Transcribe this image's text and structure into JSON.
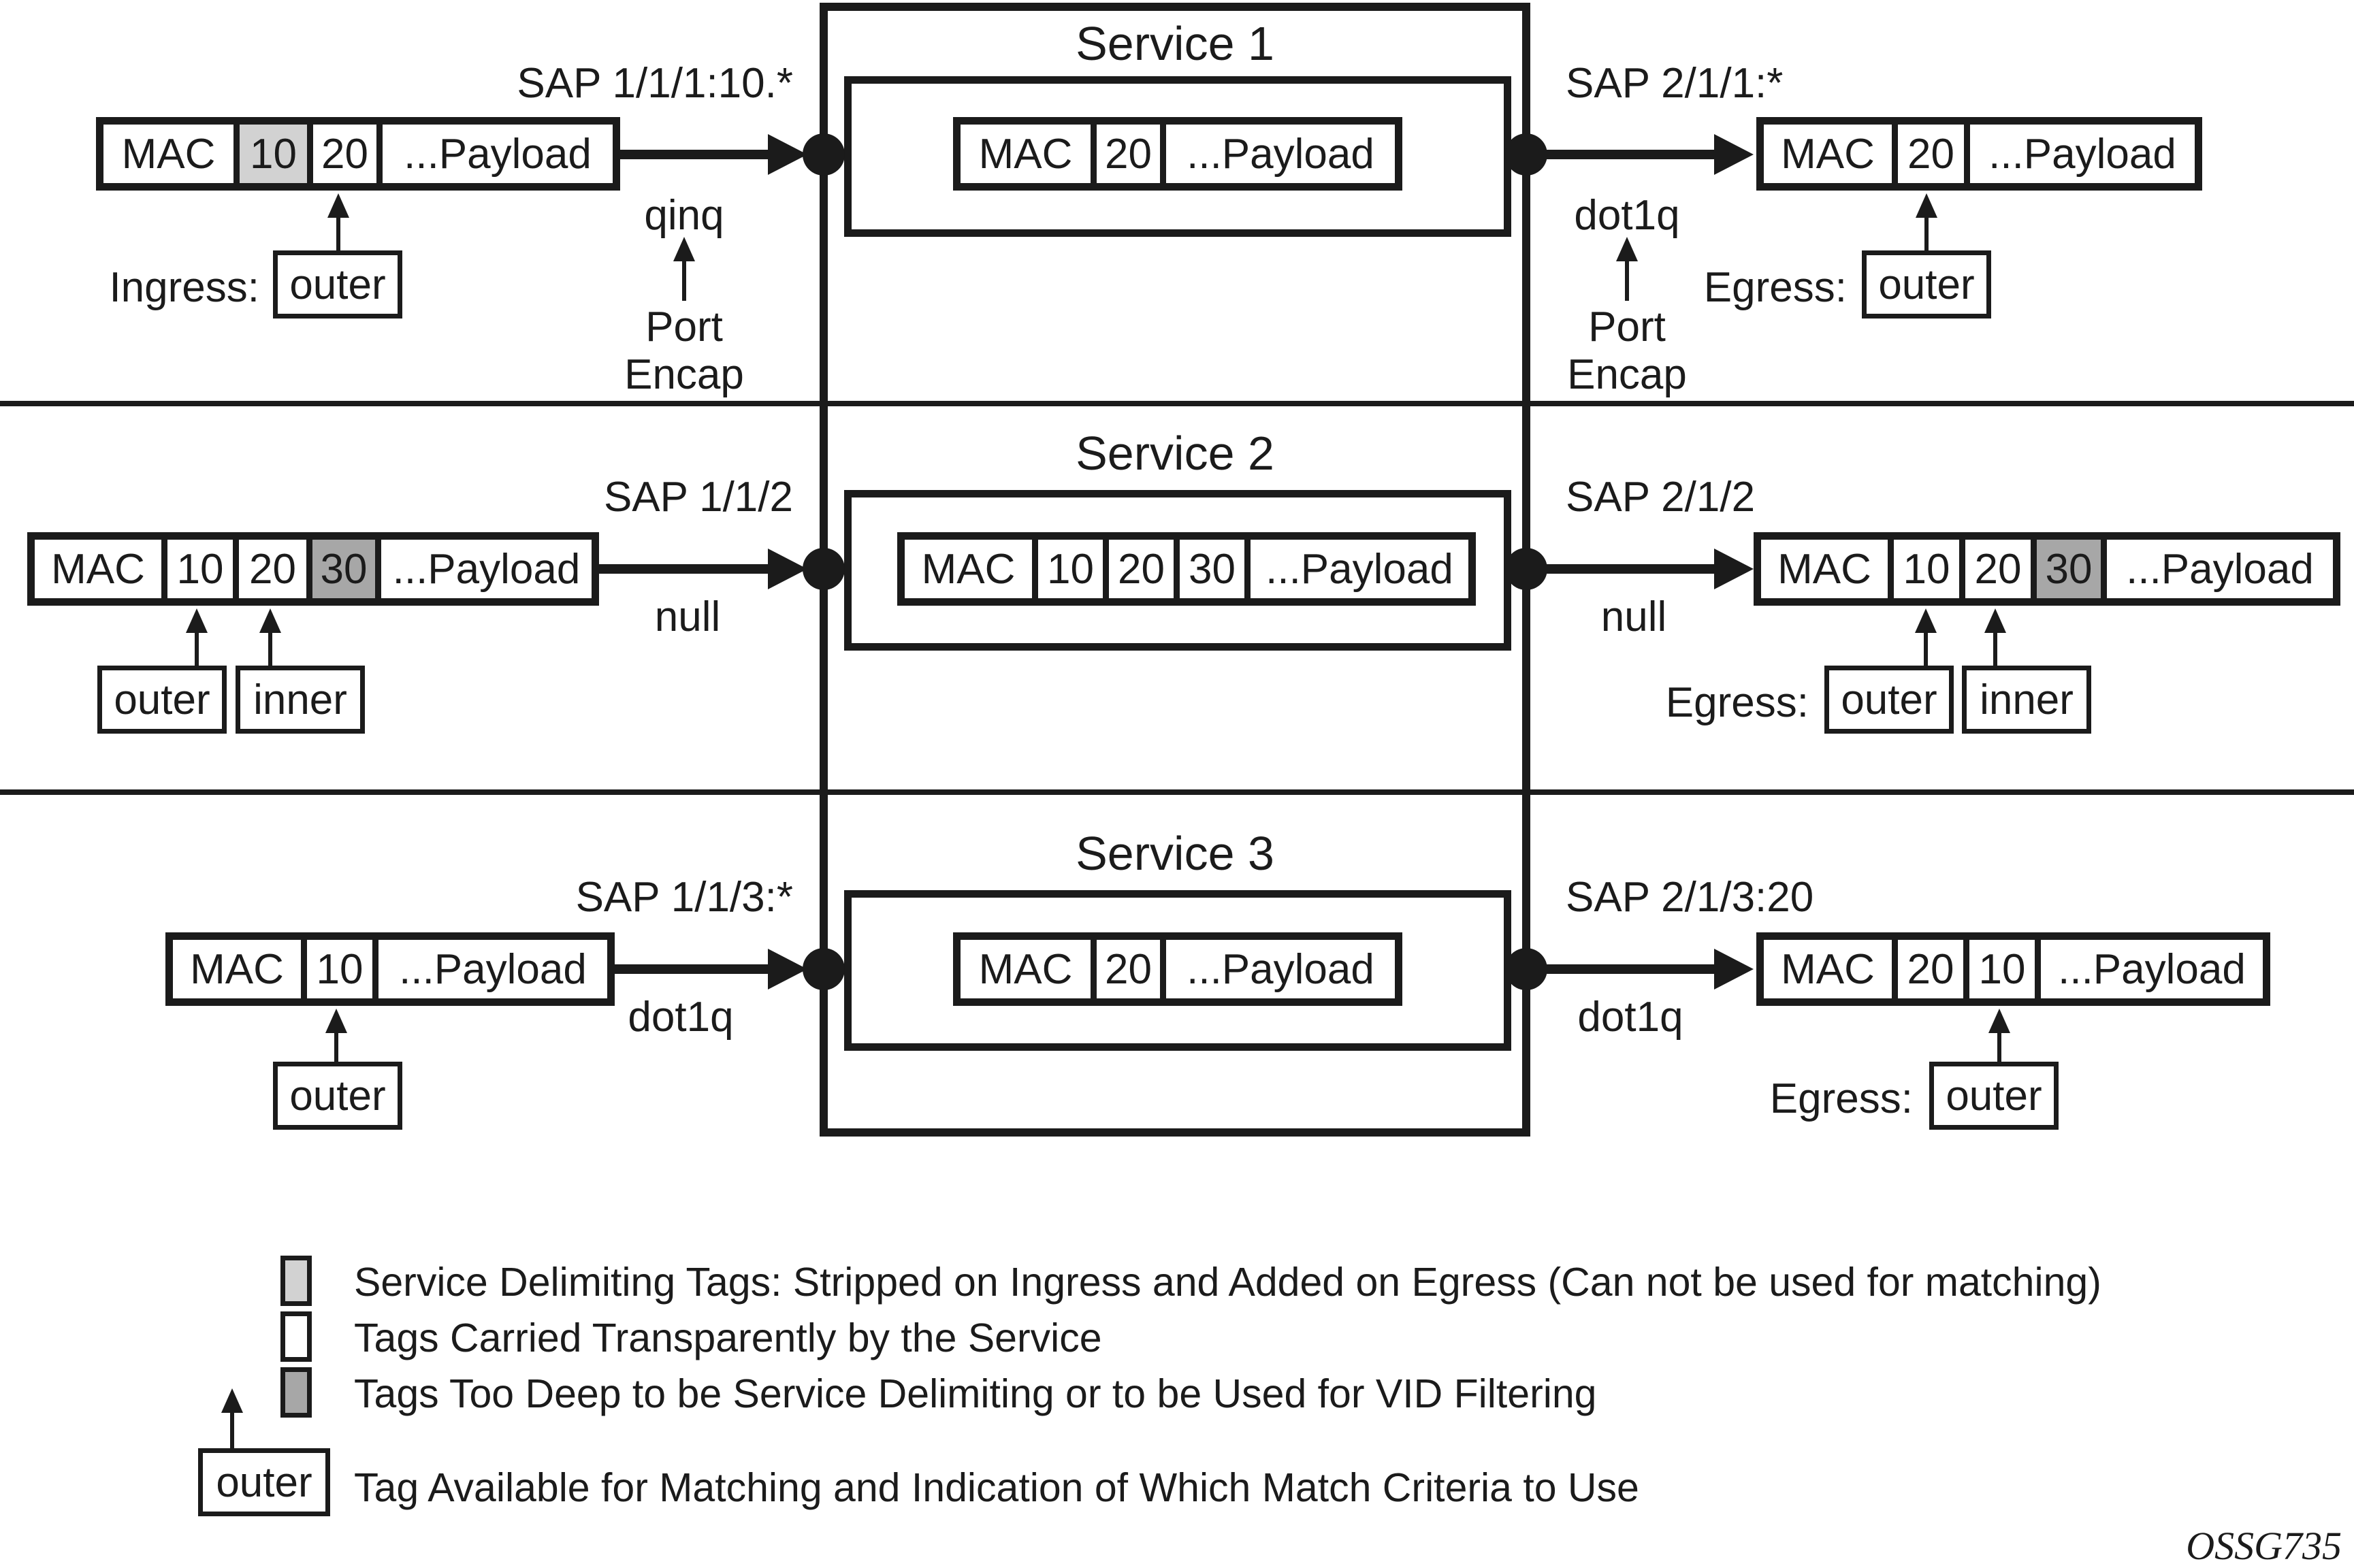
{
  "colors": {
    "ink": "#1b1b1b",
    "light_tag": "#d2d2d2",
    "deep_tag": "#a7a7a7",
    "background": "#ffffff"
  },
  "figure_id": "OSSG735",
  "rows": [
    {
      "title": "Service 1",
      "left": {
        "sap": "SAP 1/1/1:10.*",
        "encap": "qinq",
        "port_encap_l1": "Port",
        "port_encap_l2": "Encap",
        "direction_label": "Ingress:",
        "match1": "outer",
        "frame": {
          "cells": [
            {
              "label": "MAC",
              "shade": "none"
            },
            {
              "label": "10",
              "shade": "light"
            },
            {
              "label": "20",
              "shade": "none"
            },
            {
              "label": "...Payload",
              "shade": "none"
            }
          ]
        }
      },
      "service_frame": {
        "cells": [
          {
            "label": "MAC",
            "shade": "none"
          },
          {
            "label": "20",
            "shade": "none"
          },
          {
            "label": "...Payload",
            "shade": "none"
          }
        ]
      },
      "right": {
        "sap": "SAP 2/1/1:*",
        "encap": "dot1q",
        "port_encap_l1": "Port",
        "port_encap_l2": "Encap",
        "direction_label": "Egress:",
        "match1": "outer",
        "frame": {
          "cells": [
            {
              "label": "MAC",
              "shade": "none"
            },
            {
              "label": "20",
              "shade": "none"
            },
            {
              "label": "...Payload",
              "shade": "none"
            }
          ]
        }
      }
    },
    {
      "title": "Service 2",
      "left": {
        "sap": "SAP 1/1/2",
        "encap": "null",
        "match1": "outer",
        "match2": "inner",
        "frame": {
          "cells": [
            {
              "label": "MAC",
              "shade": "none"
            },
            {
              "label": "10",
              "shade": "none"
            },
            {
              "label": "20",
              "shade": "none"
            },
            {
              "label": "30",
              "shade": "dark"
            },
            {
              "label": "...Payload",
              "shade": "none"
            }
          ]
        }
      },
      "service_frame": {
        "cells": [
          {
            "label": "MAC",
            "shade": "none"
          },
          {
            "label": "10",
            "shade": "none"
          },
          {
            "label": "20",
            "shade": "none"
          },
          {
            "label": "30",
            "shade": "none"
          },
          {
            "label": "...Payload",
            "shade": "none"
          }
        ]
      },
      "right": {
        "sap": "SAP 2/1/2",
        "encap": "null",
        "direction_label": "Egress:",
        "match1": "outer",
        "match2": "inner",
        "frame": {
          "cells": [
            {
              "label": "MAC",
              "shade": "none"
            },
            {
              "label": "10",
              "shade": "none"
            },
            {
              "label": "20",
              "shade": "none"
            },
            {
              "label": "30",
              "shade": "dark"
            },
            {
              "label": "...Payload",
              "shade": "none"
            }
          ]
        }
      }
    },
    {
      "title": "Service 3",
      "left": {
        "sap": "SAP 1/1/3:*",
        "encap": "dot1q",
        "match1": "outer",
        "frame": {
          "cells": [
            {
              "label": "MAC",
              "shade": "none"
            },
            {
              "label": "10",
              "shade": "none"
            },
            {
              "label": "...Payload",
              "shade": "none"
            }
          ]
        }
      },
      "service_frame": {
        "cells": [
          {
            "label": "MAC",
            "shade": "none"
          },
          {
            "label": "20",
            "shade": "none"
          },
          {
            "label": "...Payload",
            "shade": "none"
          }
        ]
      },
      "right": {
        "sap": "SAP 2/1/3:20",
        "encap": "dot1q",
        "direction_label": "Egress:",
        "match1": "outer",
        "frame": {
          "cells": [
            {
              "label": "MAC",
              "shade": "none"
            },
            {
              "label": "20",
              "shade": "none"
            },
            {
              "label": "10",
              "shade": "none"
            },
            {
              "label": "...Payload",
              "shade": "none"
            }
          ]
        }
      }
    }
  ],
  "legend": {
    "items": [
      {
        "swatch": "light",
        "text": "Service Delimiting Tags: Stripped on Ingress and Added on Egress (Can not be used for matching)"
      },
      {
        "swatch": "white",
        "text": "Tags Carried Transparently by the Service"
      },
      {
        "swatch": "dark",
        "text": "Tags Too Deep to be Service Delimiting or to be Used for VID Filtering"
      }
    ],
    "match_item": {
      "box_label": "outer",
      "text": "Tag Available for Matching and Indication of Which Match Criteria to Use"
    }
  }
}
